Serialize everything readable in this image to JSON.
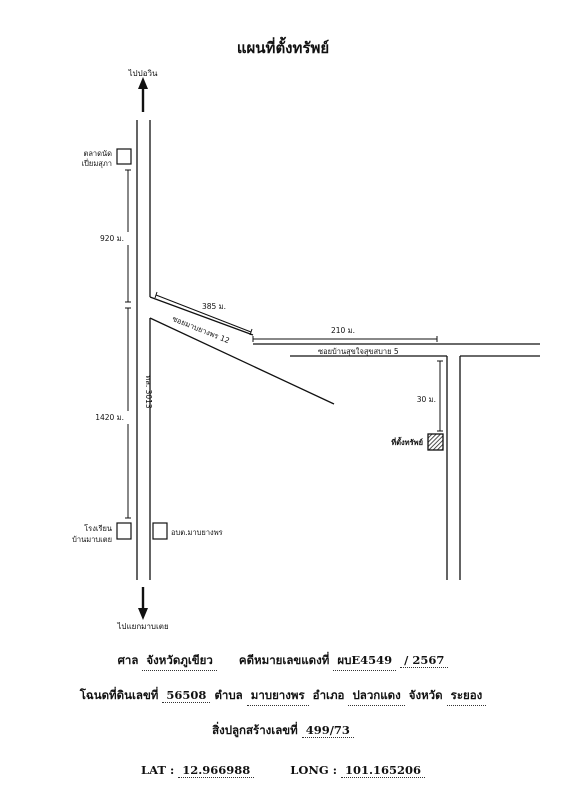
{
  "title": "แผนที่ตั้งทรัพย์",
  "map": {
    "north_label": "ไปปอวิน",
    "south_label": "ไปแยกมาบเตย",
    "market_label_1": "ตลาดนัด",
    "market_label_2": "เปี่ยมสุภา",
    "school_label_1": "โรงเรียน",
    "school_label_2": "บ้านมาบเตย",
    "tao_label": "อบต.มาบยางพร",
    "highway_label": "ทล. 3013",
    "dist_920": "920 ม.",
    "dist_1420": "1420 ม.",
    "dist_385": "385 ม.",
    "dist_210": "210 ม.",
    "dist_30": "30 ม.",
    "soi_mabyangporn": "ซอยมาบยางพร 12",
    "soi_bansukjai": "ซอยบ้านสุขใจสุขสบาย 5",
    "property_label": "ที่ตั้งทรัพย์"
  },
  "footer": {
    "court_prefix": "ศาล",
    "court_name": "จังหวัดภูเขียว",
    "case_prefix": "คดีหมายเลขแดงที่",
    "case_no": "ผบE4549",
    "case_year": "/ 2567",
    "deed_prefix": "โฉนดที่ดินเลขที่",
    "deed_no": "56508",
    "tambon_prefix": "ตำบล",
    "tambon": "มาบยางพร",
    "amphoe_prefix": "อำเภอ",
    "amphoe": "ปลวกแดง",
    "province_prefix": "จังหวัด",
    "province": "ระยอง",
    "building_prefix": "สิ่งปลูกสร้างเลขที่",
    "building_no": "499/73",
    "lat_label": "LAT :",
    "lat": "12.966988",
    "long_label": "LONG :",
    "long": "101.165206"
  }
}
